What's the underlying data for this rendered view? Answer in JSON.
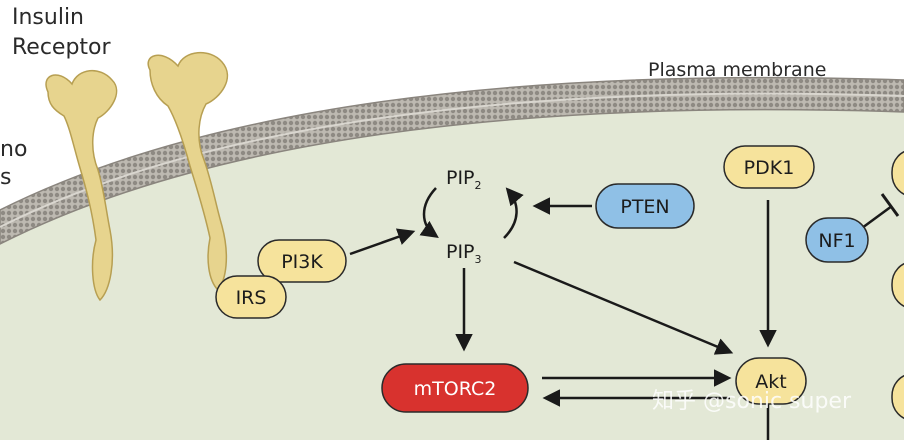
{
  "labels": {
    "receptor_line1": "Insulin",
    "receptor_line2": "Receptor",
    "left_cut_line1": "no",
    "left_cut_line2": "s",
    "membrane": "Plasma membrane"
  },
  "molecules": {
    "pip2_main": "PIP",
    "pip2_sub": "2",
    "pip3_main": "PIP",
    "pip3_sub": "3"
  },
  "nodes": {
    "pi3k": "PI3K",
    "irs": "IRS",
    "pten": "PTEN",
    "pdk1": "PDK1",
    "nf1": "NF1",
    "mtorc2": "mTORC2",
    "akt": "Akt"
  },
  "colors": {
    "yellow_node": "#f6e39c",
    "blue_node": "#8fc0e6",
    "red_node": "#d8322e",
    "cytoplasm": "#e3e8d6",
    "membrane": "#a9a6a0",
    "receptor": "#e7d48e"
  },
  "watermark": "知乎 @sonic super"
}
